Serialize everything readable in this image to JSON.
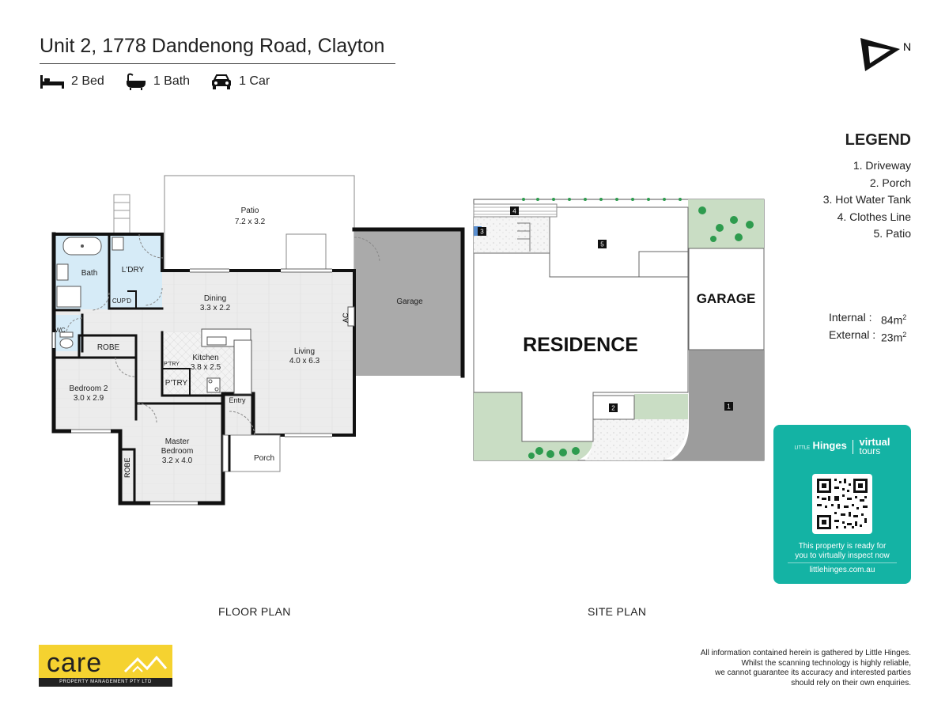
{
  "header": {
    "title": "Unit 2, 1778 Dandenong Road, Clayton",
    "specs": [
      {
        "icon": "bed-icon",
        "label": "2 Bed"
      },
      {
        "icon": "bath-icon",
        "label": "1 Bath"
      },
      {
        "icon": "car-icon",
        "label": "1 Car"
      }
    ],
    "north_label": "N"
  },
  "legend": {
    "title": "LEGEND",
    "items": [
      "1. Driveway",
      "2. Porch",
      "3. Hot Water Tank",
      "4. Clothes Line",
      "5. Patio"
    ]
  },
  "areas": {
    "internal_label": "Internal :",
    "internal_value": "84m",
    "external_label": "External :",
    "external_value": "23m",
    "unit_sup": "2"
  },
  "floor_plan": {
    "caption": "FLOOR PLAN",
    "rooms": {
      "patio_name": "Patio",
      "patio_dim": "7.2 x 3.2",
      "bath": "Bath",
      "laundry": "L'DRY",
      "cupboard": "CUP'D",
      "wc": "WC",
      "robe": "ROBE",
      "dining_name": "Dining",
      "dining_dim": "3.3 x 2.2",
      "kitchen_name": "Kitchen",
      "kitchen_dim": "3.8 x 2.5",
      "pantry": "P'TRY",
      "pantry_small": "P'TRY",
      "living_name": "Living",
      "living_dim": "4.0 x 6.3",
      "garage": "Garage",
      "ac": "AC",
      "bed2_name": "Bedroom 2",
      "bed2_dim": "3.0 x 2.9",
      "master_name1": "Master",
      "master_name2": "Bedroom",
      "master_dim": "3.2 x 4.0",
      "robe2": "ROBE",
      "entry": "Entry",
      "porch": "Porch"
    }
  },
  "site_plan": {
    "caption": "SITE PLAN",
    "residence": "RESIDENCE",
    "garage": "GARAGE",
    "markers": [
      "1",
      "2",
      "3",
      "4",
      "5"
    ]
  },
  "card": {
    "brand_small": "LITTLE",
    "brand": "Hinges",
    "brand_right1": "virtual",
    "brand_right2": "tours",
    "message_line1": "This property is ready for",
    "message_line2": "you to virtually inspect now",
    "url": "littlehinges.com.au"
  },
  "logo": {
    "word": "care",
    "tagline": "PROPERTY MANAGEMENT PTY LTD"
  },
  "disclaimer": {
    "lines": [
      "All information contained herein is gathered by Little Hinges.",
      "Whilst the scanning technology is highly reliable,",
      "we cannot guarantee its accuracy and interested parties",
      "should rely on their own enquiries."
    ]
  },
  "colors": {
    "wall": "#111111",
    "floor": "#ececec",
    "wet_area": "#d6ebf7",
    "garage_fill": "#aaaaaa",
    "lawn": "#c9ddc4",
    "shrub": "#2e9b4e",
    "teal": "#14b3a4",
    "logo_yellow": "#f5d230"
  }
}
